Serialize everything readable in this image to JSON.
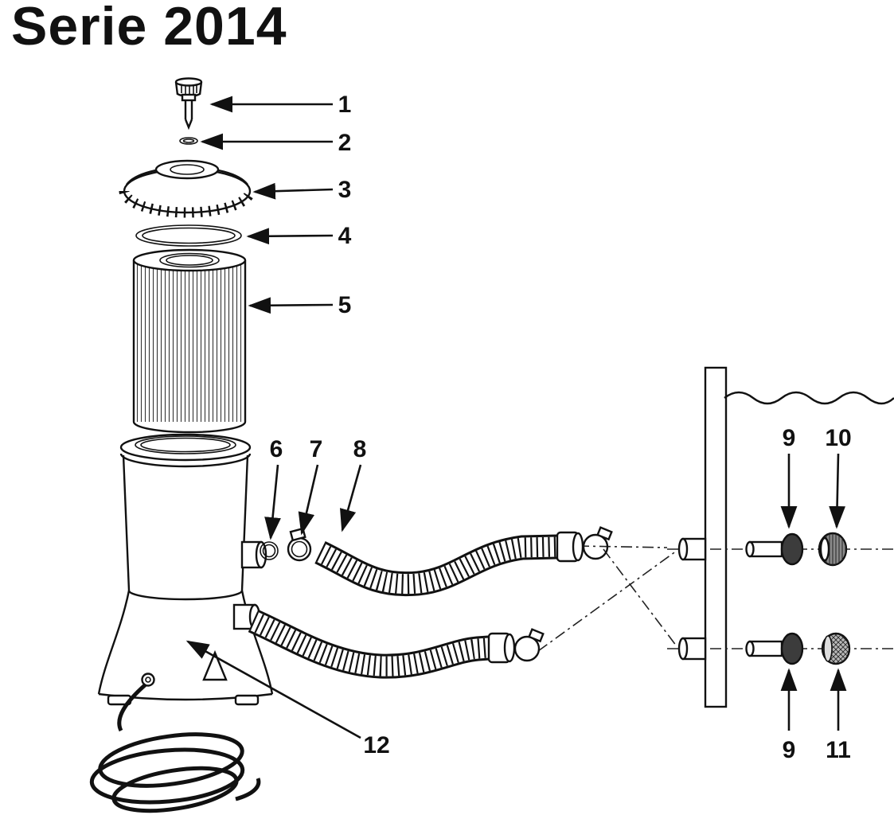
{
  "title": "Serie 2014",
  "colors": {
    "line": "#111111",
    "background": "#ffffff"
  },
  "diagram": {
    "callouts": {
      "c1": "1",
      "c2": "2",
      "c3": "3",
      "c4": "4",
      "c5": "5",
      "c6": "6",
      "c7": "7",
      "c8": "8",
      "c9_top": "9",
      "c10": "10",
      "c12": "12",
      "c9_bottom": "9",
      "c11": "11"
    }
  }
}
